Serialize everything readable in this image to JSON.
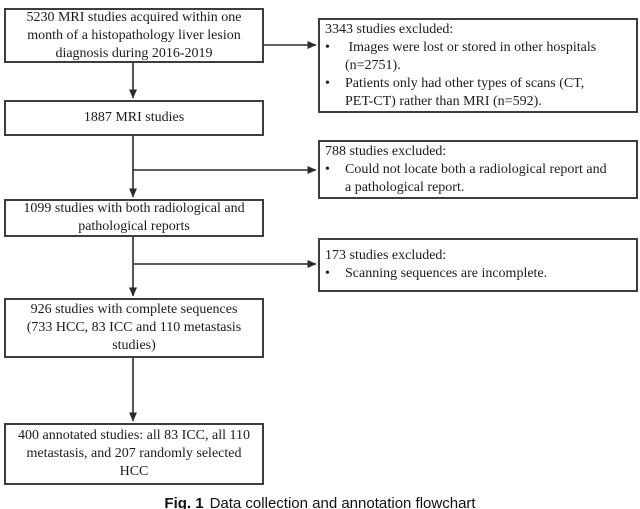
{
  "bullet_char": "•",
  "flow": {
    "left_boxes": [
      {
        "text": "5230 MRI studies acquired within one\nmonth of a histopathology liver lesion\ndiagnosis during 2016-2019"
      },
      {
        "text": "1887 MRI studies"
      },
      {
        "text": "1099 studies with both radiological and\npathological reports"
      },
      {
        "text": "926 studies with complete sequences\n(733 HCC, 83 ICC and 110 metastasis\nstudies)"
      },
      {
        "text": "400 annotated studies: all 83 ICC, all 110\nmetastasis, and 207 randomly selected\nHCC"
      }
    ],
    "exclusion_boxes": [
      {
        "title": "3343 studies excluded:",
        "bullets": [
          " Images were lost or stored in other hospitals\n(n=2751).",
          "Patients only had other types of scans (CT,\nPET-CT) rather than MRI (n=592)."
        ]
      },
      {
        "title": "788 studies excluded:",
        "bullets": [
          "Could not locate both a radiological report and\na pathological report."
        ]
      },
      {
        "title": "173 studies excluded:",
        "bullets": [
          "Scanning sequences are incomplete."
        ]
      }
    ]
  },
  "caption": {
    "label": "Fig. 1",
    "text": "Data collection and annotation flowchart"
  },
  "colors": {
    "border": "#3d3d3d",
    "text": "#1b1b1b",
    "background": "#ffffff",
    "arrow": "#2b2b2b"
  }
}
